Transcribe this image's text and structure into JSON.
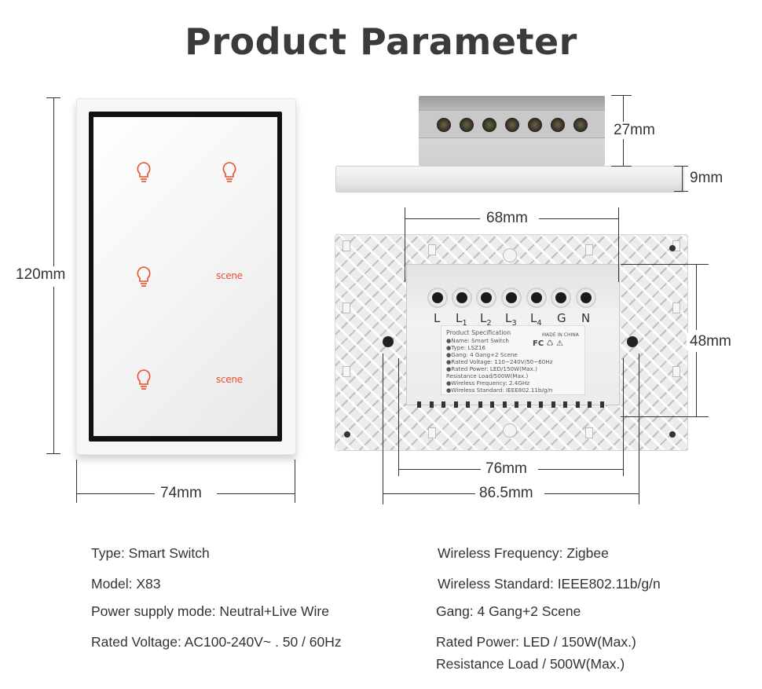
{
  "title": "Product Parameter",
  "dimensions": {
    "height": "120mm",
    "width": "74mm",
    "box_depth": "27mm",
    "plate_thickness": "9mm",
    "box_width_top": "68mm",
    "box_height": "48mm",
    "screw_spacing": "76mm",
    "plate_width": "86.5mm"
  },
  "front_panel": {
    "buttons": [
      "bulb-icon",
      "bulb-icon",
      "bulb-icon",
      "scene",
      "bulb-icon",
      "scene"
    ],
    "scene_label": "scene",
    "accent_color": "#e8502d"
  },
  "terminals": [
    "L",
    "L1",
    "L2",
    "L3",
    "L4",
    "G",
    "N"
  ],
  "sticker": {
    "heading": "Product Specification",
    "made_in": "MADE IN CHINA",
    "lines": [
      "●Name: Smart Switch",
      "●Type: LSZ16",
      "●Gang: 4 Gang+2 Scene",
      "●Rated Voltage: 110~240V/50~60Hz",
      "●Rated Power: LED/150W(Max.)",
      " Resistance Load/500W(Max.)",
      "●Wireless Frequency: 2.4GHz",
      "●Wireless Standard: IEEE802.11b/g/n"
    ],
    "cert": "FC ♺ ⚠"
  },
  "specs_left": [
    "Type: Smart Switch",
    "Model: X83",
    "Power supply mode: Neutral+Live Wire",
    "Rated Voltage: AC100-240V~ . 50 / 60Hz"
  ],
  "specs_right": [
    "Wireless Frequency: Zigbee",
    "Wireless Standard: IEEE802.11b/g/n",
    "Gang: 4 Gang+2 Scene",
    "Rated Power: LED / 150W(Max.)",
    "Resistance Load / 500W(Max.)"
  ]
}
